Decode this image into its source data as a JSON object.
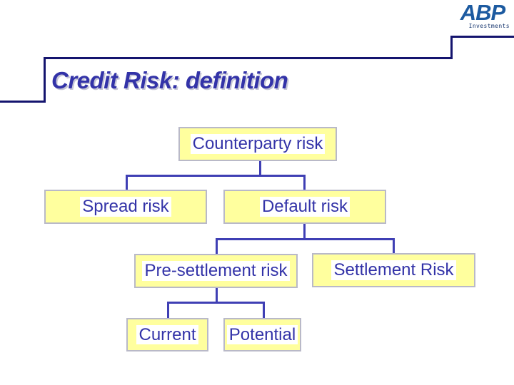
{
  "logo": {
    "name": "ABP",
    "tagline": "Investments"
  },
  "slide": {
    "title": "Credit Risk: definition"
  },
  "diagram": {
    "type": "tree",
    "nodes": [
      {
        "label": "Counterparty risk"
      },
      {
        "label": "Spread risk"
      },
      {
        "label": "Default risk"
      },
      {
        "label": "Pre-settlement risk"
      },
      {
        "label": "Settlement Risk"
      },
      {
        "label": "Current"
      },
      {
        "label": "Potential"
      }
    ],
    "edges": [
      {
        "from": "Counterparty risk",
        "to": "Spread risk"
      },
      {
        "from": "Counterparty risk",
        "to": "Default risk"
      },
      {
        "from": "Default risk",
        "to": "Pre-settlement risk"
      },
      {
        "from": "Default risk",
        "to": "Settlement Risk"
      },
      {
        "from": "Pre-settlement risk",
        "to": "Current"
      },
      {
        "from": "Pre-settlement risk",
        "to": "Potential"
      }
    ]
  },
  "colors": {
    "box_fill": "#FFFF9E",
    "box_border": "#B9B9C8",
    "box_text": "#3333A8",
    "connector": "#3F3FB4",
    "frame": "#14146E",
    "title_text": "#3333A8",
    "logo_blue": "#1C5AA0"
  }
}
